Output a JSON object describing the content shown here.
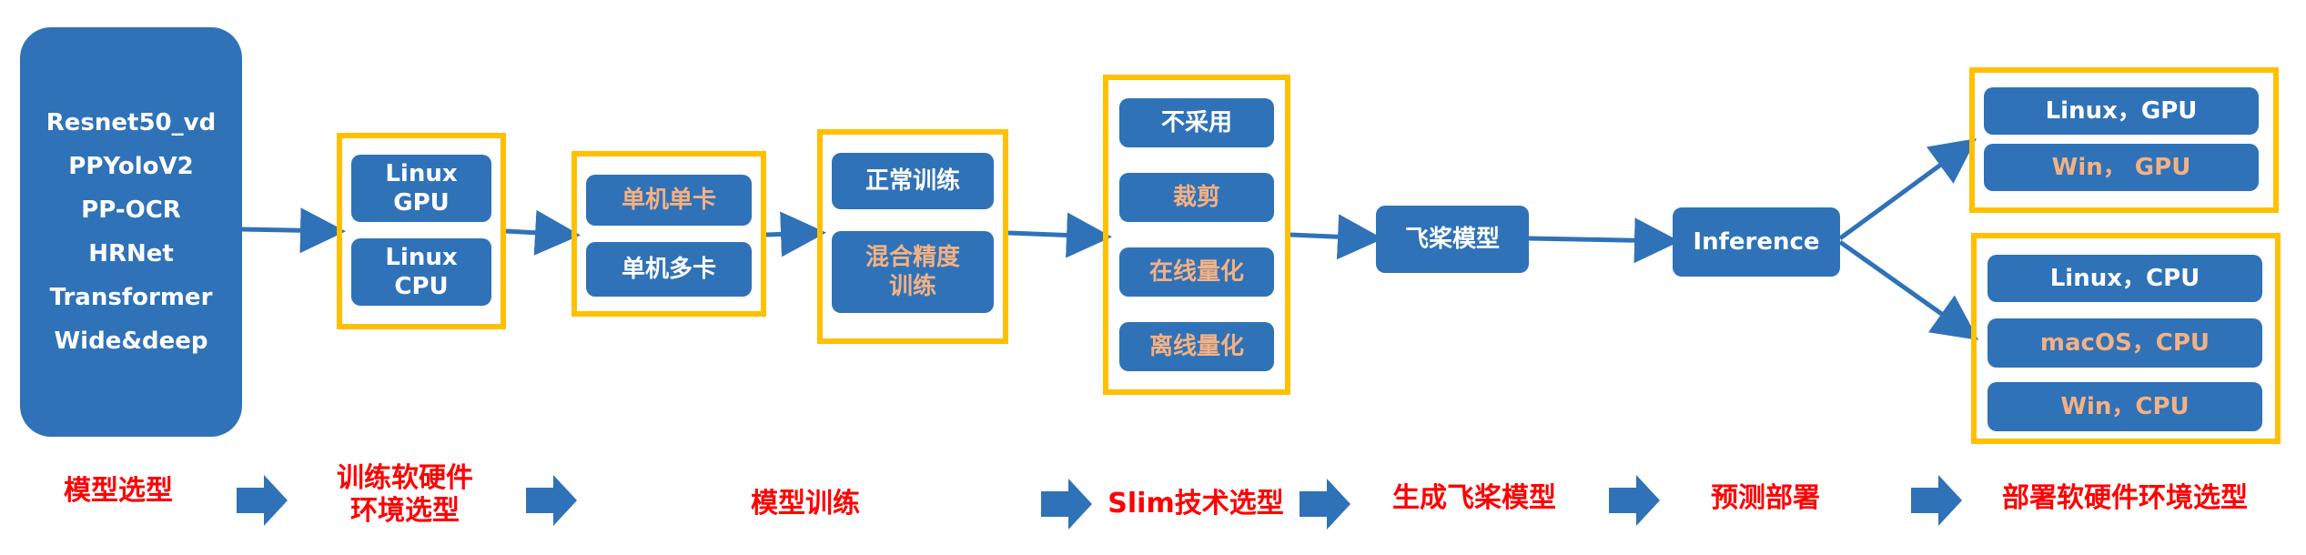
{
  "models": [
    "Resnet50_vd",
    "PPYoloV2",
    "PP-OCR",
    "HRNet",
    "Transformer",
    "Wide&deep"
  ],
  "hardware": {
    "linux_gpu": "Linux\nGPU",
    "linux_cpu": "Linux\nCPU"
  },
  "cards": {
    "single": "单机单卡",
    "multi": "单机多卡"
  },
  "training": {
    "normal": "正常训练",
    "mixed": "混合精度\n训练"
  },
  "slim": {
    "none": "不采用",
    "prune": "裁剪",
    "online_quant": "在线量化",
    "offline_quant": "离线量化"
  },
  "paddle_model": "飞桨模型",
  "inference": "Inference",
  "deploy_gpu": {
    "linux": "Linux，GPU",
    "win": "Win， GPU"
  },
  "deploy_cpu": {
    "linux": "Linux，CPU",
    "macos": "macOS，CPU",
    "win": "Win，CPU"
  },
  "stages": {
    "s1": "模型选型",
    "s2": "训练软硬件\n环境选型",
    "s3": "模型训练",
    "s4": "Slim技术选型",
    "s5": "生成飞桨模型",
    "s6": "预测部署",
    "s7": "部署软硬件环境选型"
  },
  "colors": {
    "node_blue": "#2f72b8",
    "frame_yellow": "#ffc000",
    "highlight_text": "#f4b183",
    "stage_red": "#ff0000",
    "arrow_blue": "#2f72b8"
  }
}
